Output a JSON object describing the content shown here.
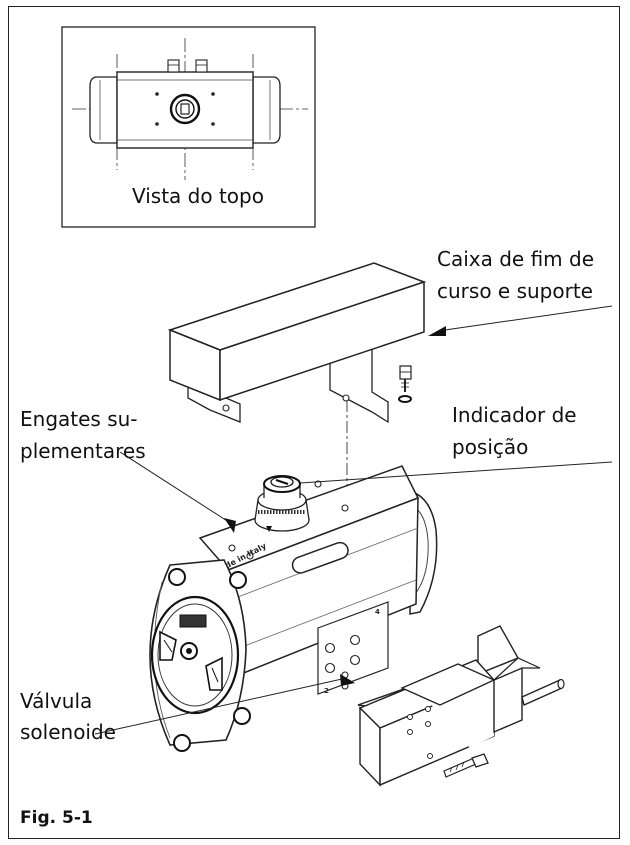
{
  "inset_caption": "Vista do topo",
  "labels": {
    "limit_switch_line1": "Caixa de fim de",
    "limit_switch_line2": "curso e suporte",
    "position_indicator_line1": "Indicador de",
    "position_indicator_line2": "posição",
    "extra_couplings_line1": "Engates su-",
    "extra_couplings_line2": "plementares",
    "solenoid_valve_line1": "Válvula",
    "solenoid_valve_line2": "solenoide"
  },
  "figure_number": "Fig. 5-1",
  "nameplate_text": "Made in Italy",
  "port_numbers": [
    "4",
    "2"
  ]
}
